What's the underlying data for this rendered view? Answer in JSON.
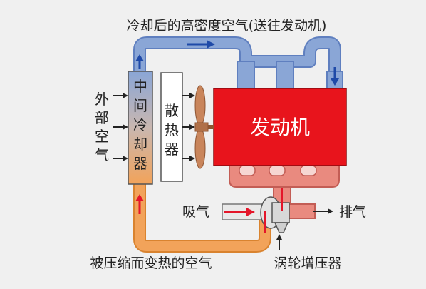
{
  "labels": {
    "cooled_air": "冷却后的高密度空气(送往发动机)",
    "outside_air": [
      "外",
      "部",
      "空",
      "气"
    ],
    "intercooler": [
      "中",
      "间",
      "冷",
      "却",
      "器"
    ],
    "radiator": [
      "散",
      "热",
      "器"
    ],
    "engine": "发动机",
    "intake": "吸气",
    "exhaust": "排气",
    "compressed_air": "被压缩而变热的空气",
    "turbocharger": "涡轮增压器"
  },
  "colors": {
    "cool_pipe": "#8aa6d6",
    "hot_pipe": "#f2a35a",
    "engine": "#e8141c",
    "manifold": "#e98a7f",
    "arrow_blue": "#1f4aa8",
    "arrow_red": "#e4162a",
    "fan": "#c9855b"
  }
}
